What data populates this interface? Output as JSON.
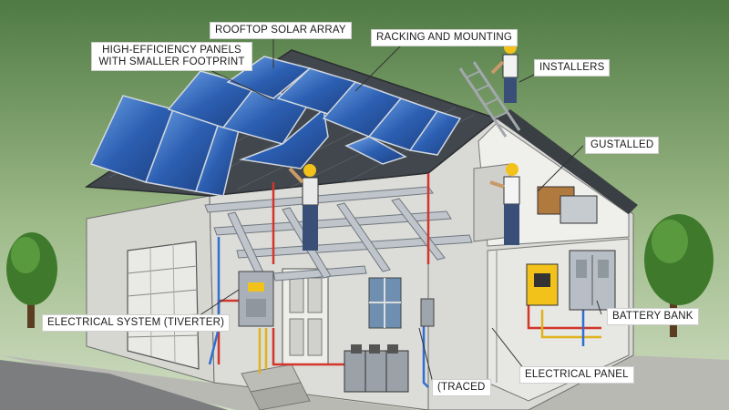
{
  "labels": {
    "rooftop_array": "ROOFTOP SOLAR ARRAY",
    "high_efficiency_line1": "HIGH-EFFICIENCY PANELS",
    "high_efficiency_line2": "WITH SMALLER FOOTPRINT",
    "racking": "RACKING AND MOUNTING",
    "installers": "INSTALLERS",
    "gustalled": "GUSTALLED",
    "electrical_system": "ELECTRICAL SYSTEM (TIVERTER)",
    "battery_bank": "BATTERY BANK",
    "electrical_panel": "ELECTRICAL PANEL",
    "traced": "(TRACED"
  },
  "colors": {
    "sky_top": "#4f7a43",
    "sky_bottom": "#c9d9b8",
    "wall": "#dcdcd8",
    "roof": "#3f4449",
    "panel": "#2f63b8",
    "frame": "#9aa2aa",
    "wire_red": "#d2352a",
    "wire_blue": "#2f6fd1",
    "wire_yellow": "#e0b21c",
    "inverter_yellow": "#f2c21a",
    "vest": "#f2c21a"
  }
}
